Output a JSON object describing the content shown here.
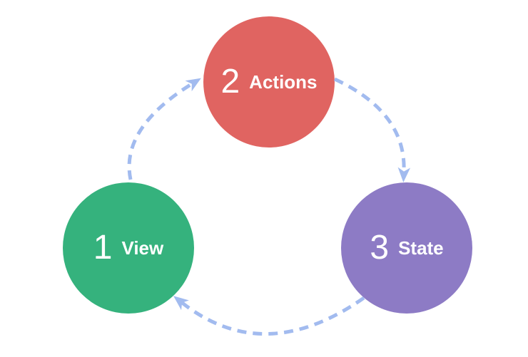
{
  "diagram": {
    "background_color": "#ffffff",
    "arrow_color": "#A2BBEF",
    "text_color": "#ffffff",
    "nodes": [
      {
        "id": "view",
        "number": "1",
        "label": "View",
        "color": "#35B27D",
        "position": "bottom-left"
      },
      {
        "id": "actions",
        "number": "2",
        "label": "Actions",
        "color": "#E06461",
        "position": "top-center"
      },
      {
        "id": "state",
        "number": "3",
        "label": "State",
        "color": "#8D7BC5",
        "position": "bottom-right"
      }
    ],
    "edges": [
      {
        "from": "view",
        "to": "actions",
        "style": "dashed",
        "arrowhead": true
      },
      {
        "from": "actions",
        "to": "state",
        "style": "dashed",
        "arrowhead": true
      },
      {
        "from": "state",
        "to": "view",
        "style": "dashed",
        "arrowhead": true
      }
    ]
  }
}
